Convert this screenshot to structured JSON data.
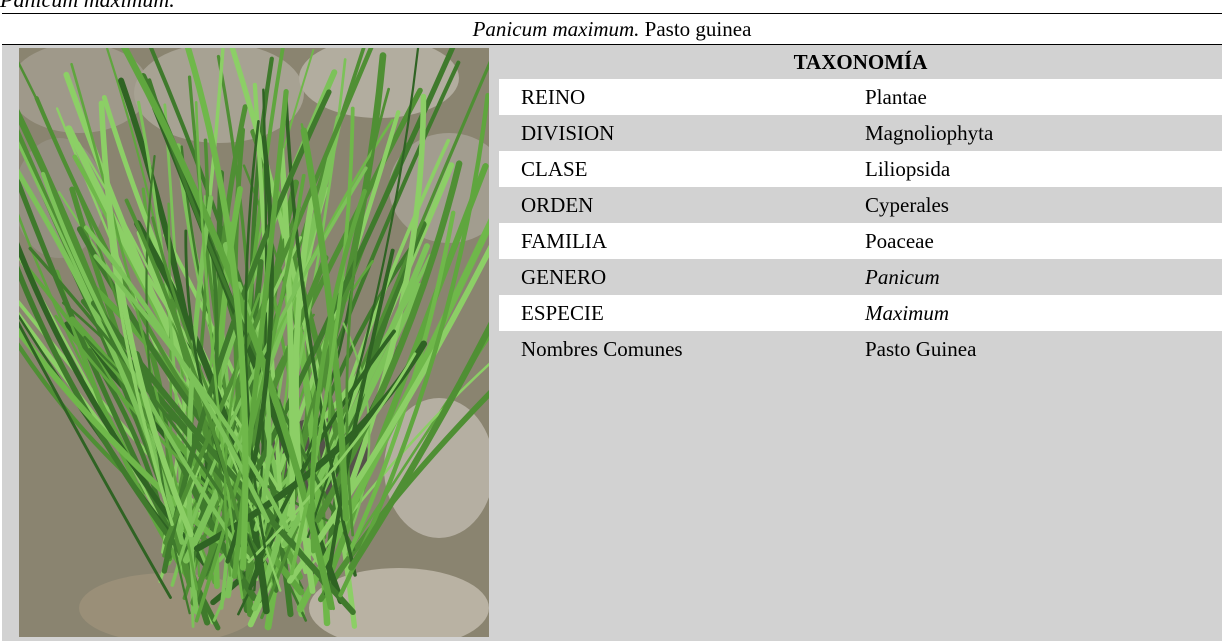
{
  "page_caption": "Panicum maximum.",
  "figure": {
    "title_species": "Panicum maximum.",
    "title_common": "Pasto guinea"
  },
  "photo": {
    "subject": "Panicum maximum grass clump among rocks"
  },
  "taxonomy": {
    "header": "TAXONOMÍA",
    "rows": [
      {
        "key": "REINO",
        "value": "Plantae",
        "italic": false
      },
      {
        "key": "DIVISION",
        "value": "Magnoliophyta",
        "italic": false
      },
      {
        "key": "CLASE",
        "value": "Liliopsida",
        "italic": false
      },
      {
        "key": "ORDEN",
        "value": "Cyperales",
        "italic": false
      },
      {
        "key": "FAMILIA",
        "value": "Poaceae",
        "italic": false
      },
      {
        "key": "GENERO",
        "value": "Panicum",
        "italic": true
      },
      {
        "key": "ESPECIE",
        "value": "Maximum",
        "italic": true
      },
      {
        "key": "Nombres Comunes",
        "value": "Pasto Guinea",
        "italic": false
      }
    ]
  },
  "colors": {
    "panel_gray": "#d2d2d2",
    "row_white": "#ffffff",
    "rule": "#000000"
  }
}
